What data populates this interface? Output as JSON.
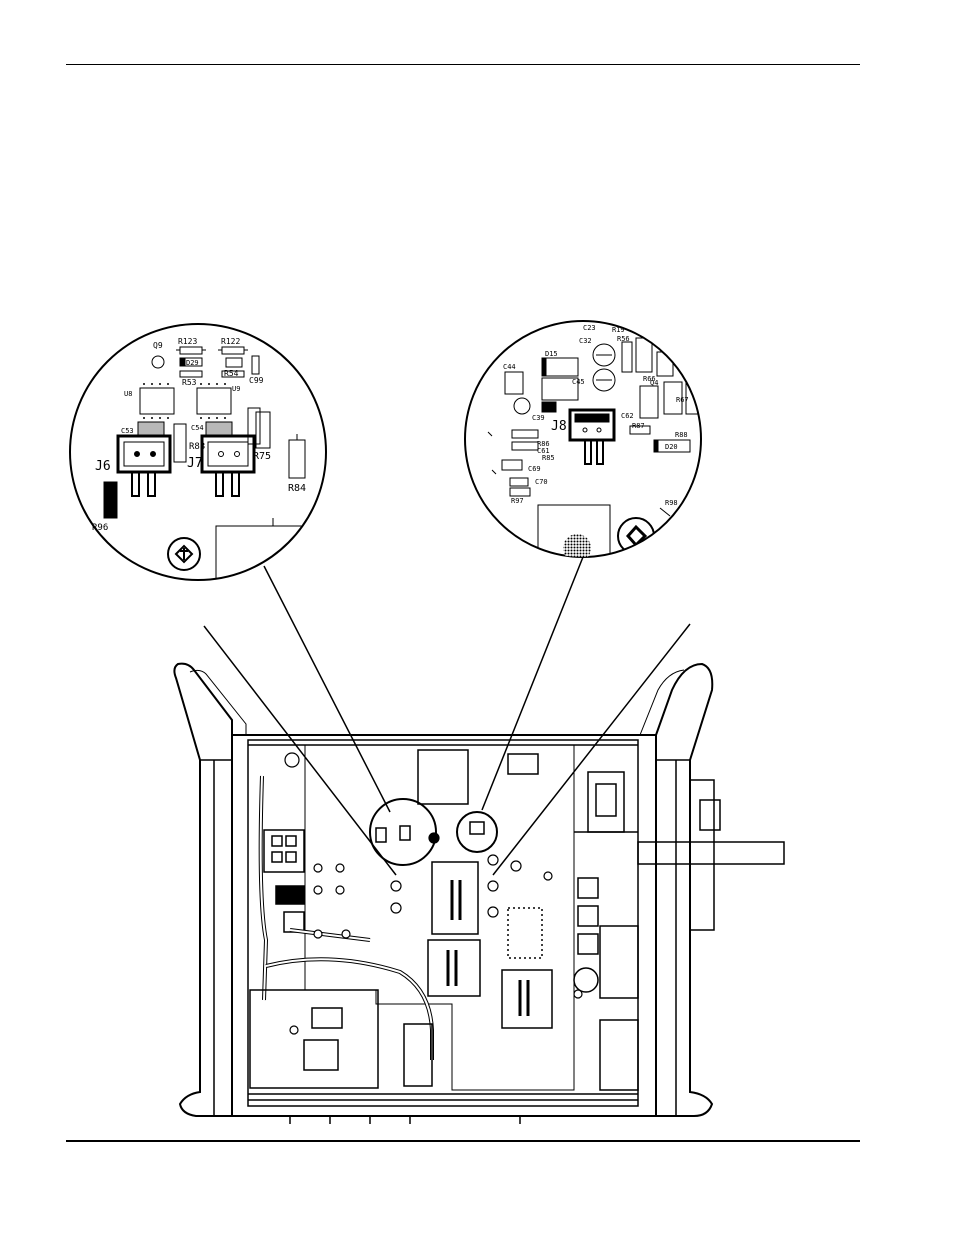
{
  "figure": {
    "left_callout": {
      "labels": {
        "q9": "Q9",
        "r123": "R123",
        "r122": "R122",
        "d29": "D29",
        "r53": "R53",
        "r54": "R54",
        "c99": "C99",
        "u8": "U8",
        "u9": "U9",
        "c53": "C53",
        "c54": "C54",
        "r83": "R83",
        "r75": "R75",
        "r84": "R84",
        "j6": "J6",
        "j7": "J7",
        "r96": "R96"
      }
    },
    "right_callout": {
      "labels": {
        "c23": "C23",
        "r19": "R19",
        "c32": "C32",
        "r56": "R56",
        "d15": "D15",
        "c44": "C44",
        "c45": "C45",
        "r66": "R66",
        "q4": "Q4",
        "r67": "R67",
        "c39": "C39",
        "c62": "C62",
        "j8": "J8",
        "r87": "R87",
        "r88": "R88",
        "r86": "R86",
        "c61": "C61",
        "r85": "R85",
        "d20": "D20",
        "c69": "C69",
        "c70": "C70",
        "r97": "R97",
        "r98": "R98"
      }
    },
    "colors": {
      "ink": "#000000",
      "paper": "#ffffff",
      "shade": "#b8b8b8"
    }
  }
}
